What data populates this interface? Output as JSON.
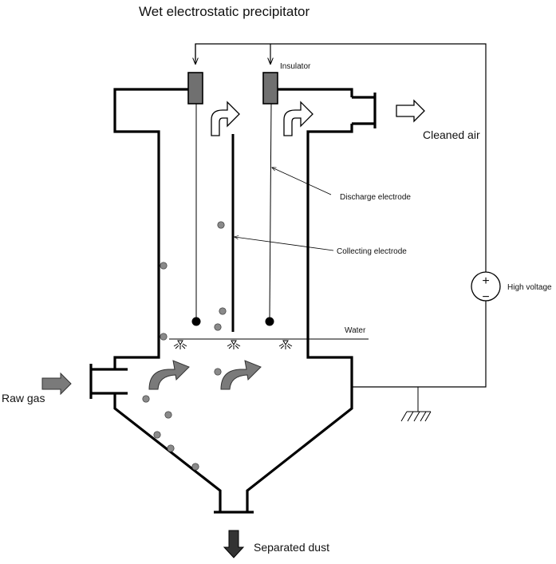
{
  "diagram": {
    "title": "Wet electrostatic precipitator",
    "labels": {
      "insulator": "Insulator",
      "cleaned_air": "Cleaned air",
      "discharge_electrode": "Discharge electrode",
      "collecting_electrode": "Collecting electrode",
      "high_voltage": "High voltage",
      "water": "Water",
      "raw_gas": "Raw gas",
      "separated_dust": "Separated dust"
    },
    "symbols": {
      "plus": "+",
      "minus": "−"
    },
    "icons": {
      "voltage_source": "dc-voltage-source-icon",
      "ground": "ground-symbol-icon",
      "spray_nozzle": "spray-nozzle-icon"
    },
    "colors": {
      "particle": "#8a8a8a",
      "insulator": "#707070",
      "dark_flow_arrow": "#7a7a7a",
      "light_flow_arrow": "#ffffff"
    }
  }
}
